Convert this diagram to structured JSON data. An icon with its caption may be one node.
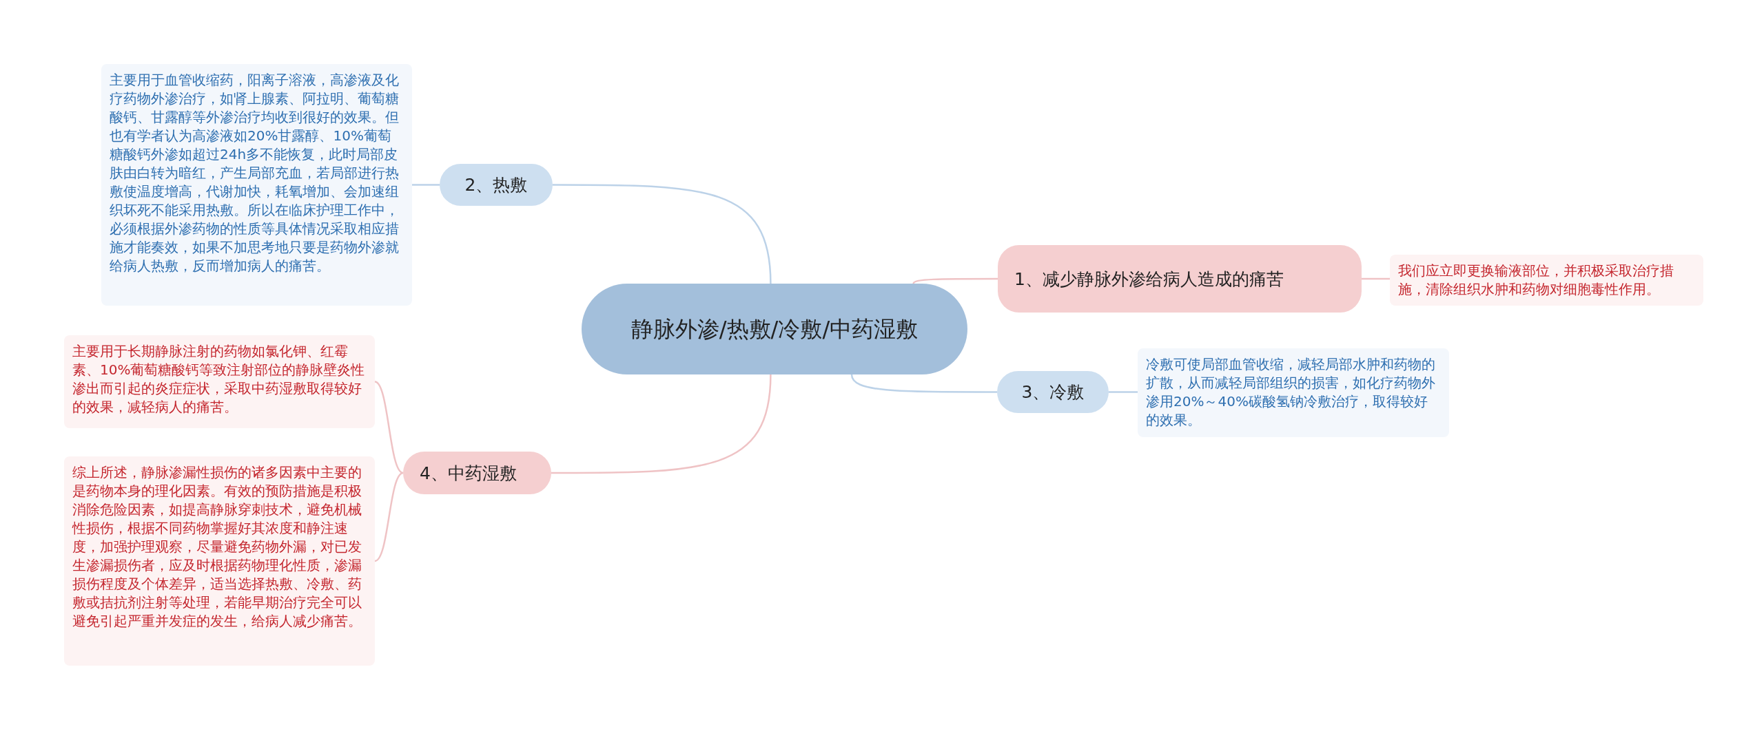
{
  "diagram": {
    "nodes": [
      {
        "text": [
          "静脉外渗/热敷/冷敷/中药湿敷"
        ]
      },
      {
        "text": [
          "1、减少静脉外渗给病人造成的痛苦"
        ]
      },
      {
        "text": [
          "我们应立即更换输液部位，并积极采取治疗措施，清除组织水肿和药物对细胞毒性作用。"
        ]
      },
      {
        "text": [
          "2、热敷"
        ]
      },
      {
        "text": [
          "主要用于血管收缩药，阳离子溶液，高渗液及化疗药物外渗治疗，如肾上腺素、阿拉明、葡萄糖酸钙、甘露醇等外渗治疗均收到很好的效果。但也有学者认为高渗液如20%甘露醇、10%葡萄糖酸钙外渗如超过24h多不能恢复，此时局部皮肤由白转为暗红，产生局部充血，若局部进行热敷使温度增高，代谢加快，耗氧增加、会加速组织坏死不能采用热敷。所以在临床护理工作中，必须根据外渗药物的性质等具体情况采取相应措施才能奏效，如果不加思考地只要是药物外渗就给病人热敷，反而增加病人的痛苦。"
        ]
      },
      {
        "text": [
          "3、冷敷"
        ]
      },
      {
        "text": [
          "冷敷可使局部血管收缩，减轻局部水肿和药物的扩散，从而减轻局部组织的损害，如化疗药物外渗用20%～40%碳酸氢钠冷敷治疗，取得较好的效果。"
        ]
      },
      {
        "text": [
          "4、中药湿敷"
        ]
      },
      {
        "text": [
          "主要用于长期静脉注射的药物如氯化钾、红霉素、10%葡萄糖酸钙等致注射部位的静脉壁炎性渗出而引起的炎症症状，采取中药湿敷取得较好的效果，减轻病人的痛苦。"
        ]
      },
      {
        "text": [
          "综上所述，静脉渗漏性损伤的诸多因素中主要的是药物本身的理化因素。有效的预防措施是积极消除危险因素，如提高静脉穿刺技术，避免机械性损伤，根据不同药物掌握好其浓度和静注速度，加强护理观察，尽量避免药物外漏，对已发生渗漏损伤者，应及时根据药物理化性质，渗漏损伤程度及个体差异，适当选择热敷、冷敷、药敷或拮抗剂注射等处理，若能早期治疗完全可以避免引起严重并发症的发生，给病人减少痛苦。"
        ]
      }
    ],
    "edges": [
      {
        "from": 0,
        "to": 1,
        "arrow": "none"
      },
      {
        "from": 1,
        "to": 2,
        "arrow": "none"
      },
      {
        "from": 0,
        "to": 3,
        "arrow": "none",
        "color": "#bcd2e8"
      },
      {
        "from": 3,
        "to": 4,
        "arrow": "none",
        "color": "#bcd2e8"
      },
      {
        "from": 0,
        "to": 5,
        "arrow": "none",
        "color": "#bcd2e8"
      },
      {
        "from": 5,
        "to": 6,
        "arrow": "none",
        "color": "#bcd2e8"
      },
      {
        "from": 0,
        "to": 7,
        "arrow": "none"
      },
      {
        "from": 7,
        "to": 8,
        "arrow": "none"
      },
      {
        "from": 7,
        "to": 9,
        "arrow": "none"
      }
    ]
  }
}
